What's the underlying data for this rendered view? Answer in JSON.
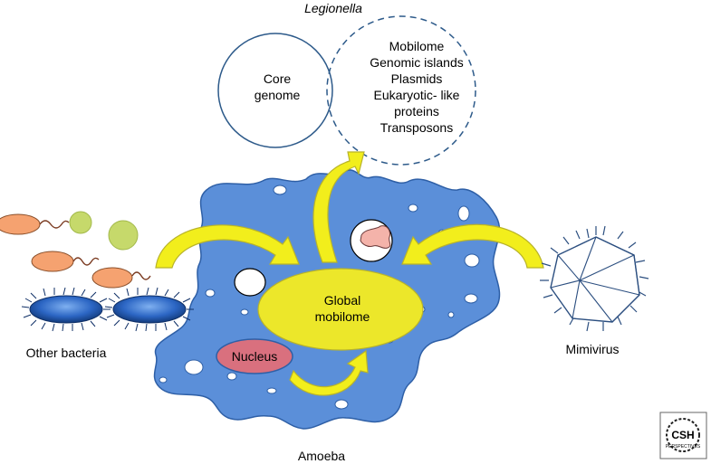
{
  "title": "Legionella",
  "venn": {
    "core_label_line1": "Core",
    "core_label_line2": "genome",
    "mobilome_lines": [
      "Mobilome",
      "Genomic islands",
      "Plasmids",
      "Eukaryotic- like",
      "proteins",
      "Transposons"
    ]
  },
  "amoeba": {
    "label": "Amoeba",
    "global_line1": "Global",
    "global_line2": "mobilome",
    "nucleus_label": "Nucleus"
  },
  "sources": {
    "bacteria_label": "Other bacteria",
    "virus_label": "Mimivirus"
  },
  "logo": {
    "line1": "CSH",
    "line2": "PERSPECTIVES"
  },
  "colors": {
    "amoeba_fill": "#5b8fd9",
    "amoeba_stroke": "#2e5fa6",
    "arrow_fill": "#f2ee1c",
    "arrow_stroke": "#b8b32a",
    "ellipse_fill": "#ece72a",
    "nucleus_fill": "#d9707e",
    "venn_stroke": "#2d5a8a",
    "bacteria_orange": "#f5a270",
    "bacteria_green": "#c6d96b",
    "bacteria_blue": "#2c66c4"
  }
}
